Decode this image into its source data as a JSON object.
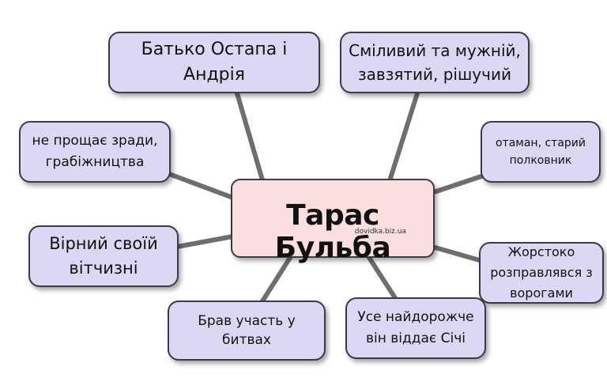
{
  "center": {
    "title": "Тарас Бульба",
    "watermark": "dovidka.biz.ua"
  },
  "nodes": {
    "batko": "Батько Остапа і\nАндрія",
    "smilyvyi": "Сміливий та мужній,\nзавзятий, рішучий",
    "ne_proshchaie": "не прощає зради,\nграбіжництва",
    "otaman": "отаман, старий\nполковник",
    "virnyi": "Вірний своїй\nвітчизні",
    "zhorstoko": "Жорстоко\nрозправлявся з\nворогами",
    "brav": "Брав участь у битвах",
    "use": "Усе найдорожче\nвін віддає Січі"
  },
  "colors": {
    "node_fill": "#dcd8f4",
    "center_fill": "#fbdfe0",
    "border": "#3a3a4a",
    "connector": "#6e6e6e"
  }
}
